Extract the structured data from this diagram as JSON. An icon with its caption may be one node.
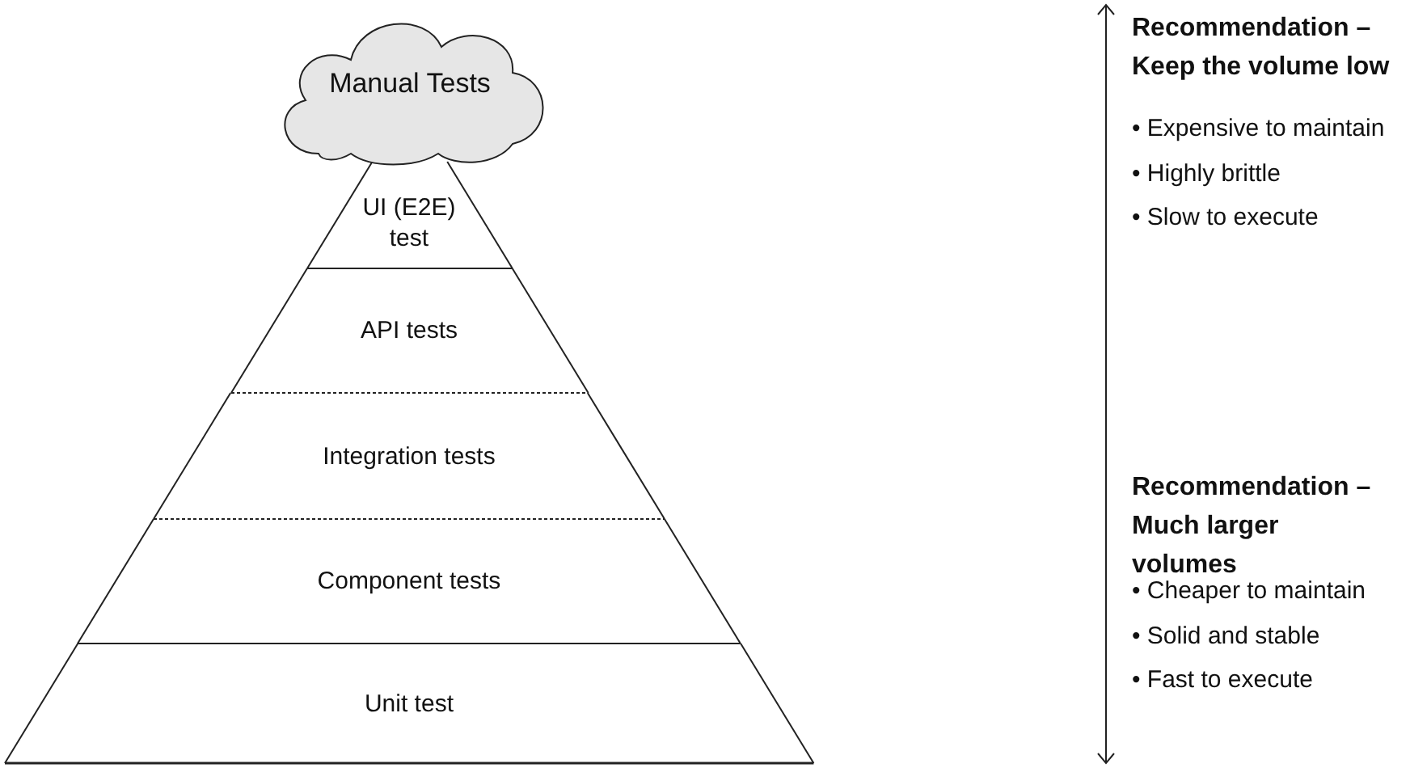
{
  "diagram": {
    "nodes": [
      {
        "text": [
          "Manual Tests"
        ]
      },
      {
        "text": [
          "UI (E2E) test"
        ]
      },
      {
        "text": [
          "API tests"
        ]
      },
      {
        "text": [
          "Integration tests"
        ]
      },
      {
        "text": [
          "Component tests"
        ]
      },
      {
        "text": [
          "Unit test"
        ]
      }
    ],
    "labels": [
      "Recommendation – Keep the volume low",
      "• Expensive to maintain",
      "• Highly brittle",
      "• Slow to execute",
      "Recommendation – Much larger volumes",
      "• Cheaper to maintain",
      "• Solid and stable",
      "• Fast to execute"
    ]
  }
}
